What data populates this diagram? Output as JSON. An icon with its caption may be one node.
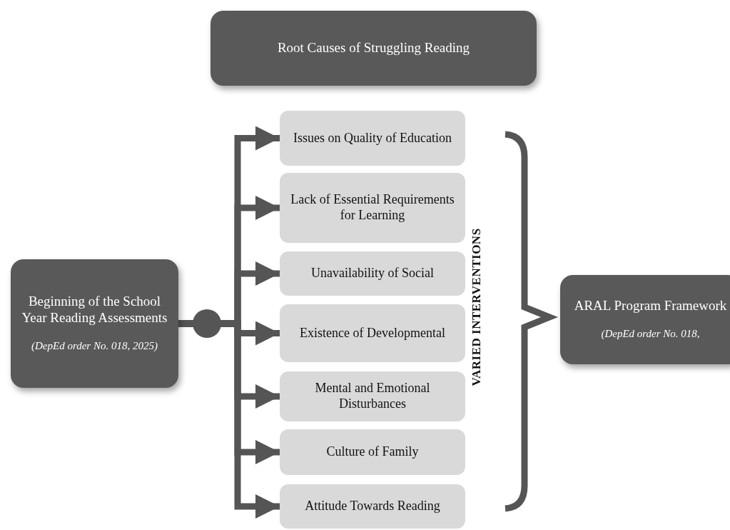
{
  "diagram": {
    "nodes": [
      {
        "text": [
          "Root Causes of Struggling Reading"
        ]
      },
      {
        "text": [
          "Beginning of the School Year Reading Assessments",
          "(DepEd order No. 018, 2025)"
        ]
      },
      {
        "text": [
          "Issues on Quality of Education"
        ]
      },
      {
        "text": [
          "Lack of Essential Requirements for Learning"
        ]
      },
      {
        "text": [
          "Unavailability of Social"
        ]
      },
      {
        "text": [
          "Existence of Developmental"
        ]
      },
      {
        "text": [
          "Mental and Emotional Disturbances"
        ]
      },
      {
        "text": [
          "Culture of Family"
        ]
      },
      {
        "text": [
          "Attitude Towards Reading"
        ]
      },
      {
        "text": [
          "ARAL Program Framework",
          "(DepEd order No. 018,"
        ]
      }
    ],
    "edges": [
      {
        "from": 1,
        "to": 2,
        "arrow": "to"
      },
      {
        "from": 1,
        "to": 3,
        "arrow": "to"
      },
      {
        "from": 1,
        "to": 4,
        "arrow": "to"
      },
      {
        "from": 1,
        "to": 5,
        "arrow": "to"
      },
      {
        "from": 1,
        "to": 6,
        "arrow": "to"
      },
      {
        "from": 1,
        "to": 7,
        "arrow": "to"
      },
      {
        "from": 1,
        "to": 8,
        "arrow": "to"
      }
    ],
    "labels": [
      "VARIED INTERVENTIONS"
    ]
  }
}
